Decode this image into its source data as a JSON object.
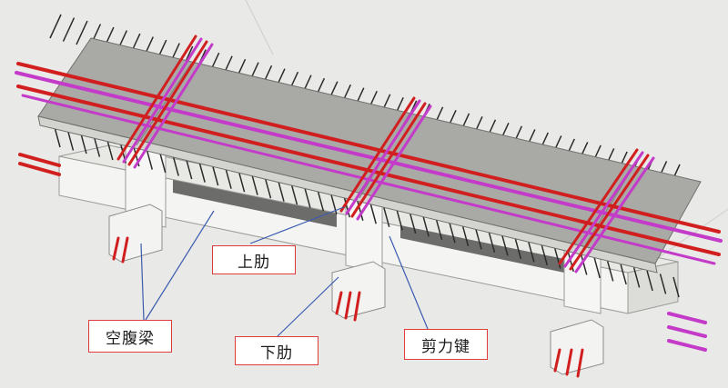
{
  "labels": {
    "upper_rib": "上肋",
    "hollow_web_beam": "空腹梁",
    "lower_rib": "下肋",
    "shear_key": "剪力键"
  },
  "colors": {
    "background": "#e9e9e7",
    "slab_top": "#a9aaa6",
    "slab_edge": "#cfcfcc",
    "beam_light": "#f3f3f1",
    "rebar_red": "#d11f1f",
    "rebar_magenta": "#c43bc9",
    "rebar_dark": "#2b2b2b",
    "arrow_blue": "#3b5bb0",
    "callout_border": "#e03b3b"
  }
}
